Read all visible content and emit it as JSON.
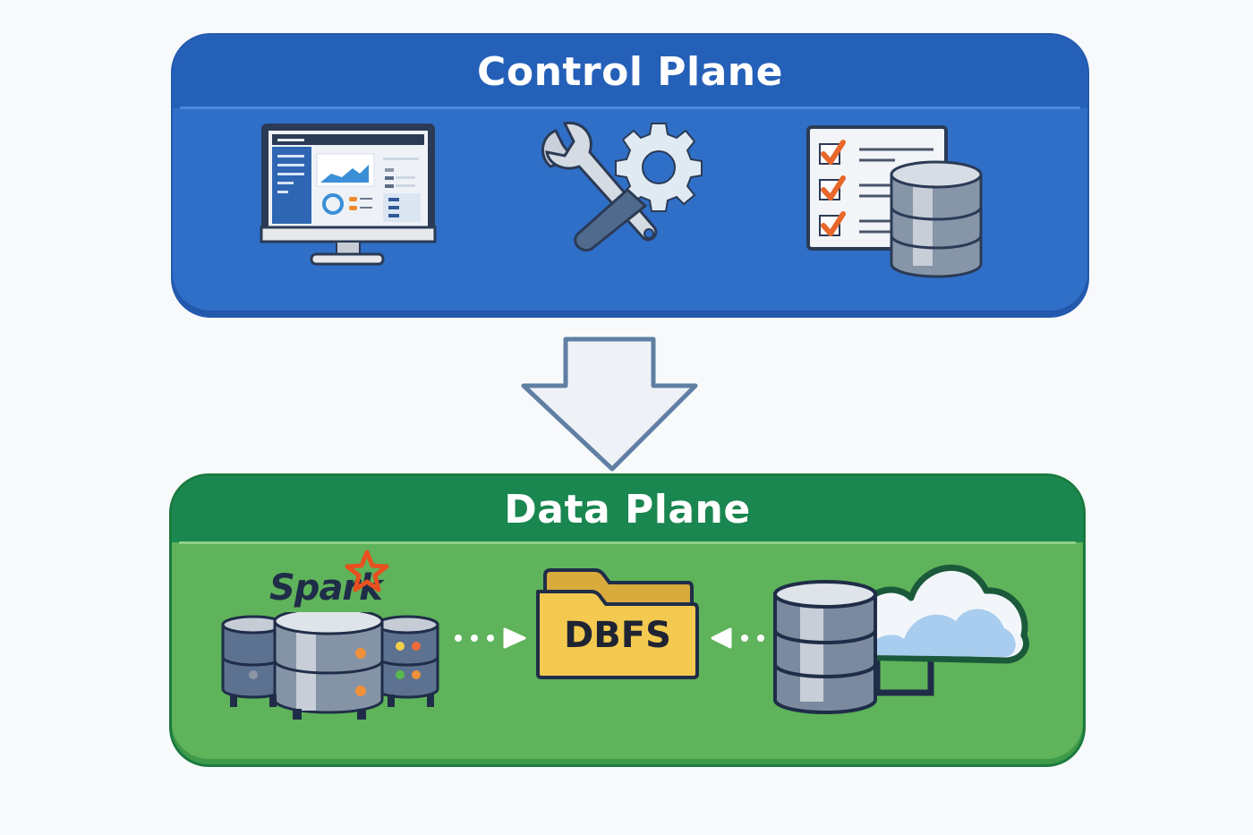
{
  "control_plane": {
    "title": "Control Plane",
    "icons": [
      "dashboard-monitor-icon",
      "wrench-gear-icon",
      "checklist-database-icon"
    ]
  },
  "flow": {
    "direction_icon": "down-arrow-icon"
  },
  "data_plane": {
    "title": "Data Plane",
    "spark_label": "Spark",
    "dbfs_label": "DBFS",
    "icons": [
      "spark-cluster-icon",
      "dbfs-folder-icon",
      "cloud-storage-icon"
    ]
  },
  "colors": {
    "control_blue": "#2f6fc7",
    "control_header": "#2560b8",
    "data_green": "#5fb35a",
    "data_header": "#1a8650",
    "accent_orange": "#e8672a",
    "folder_yellow": "#f2c94c"
  }
}
